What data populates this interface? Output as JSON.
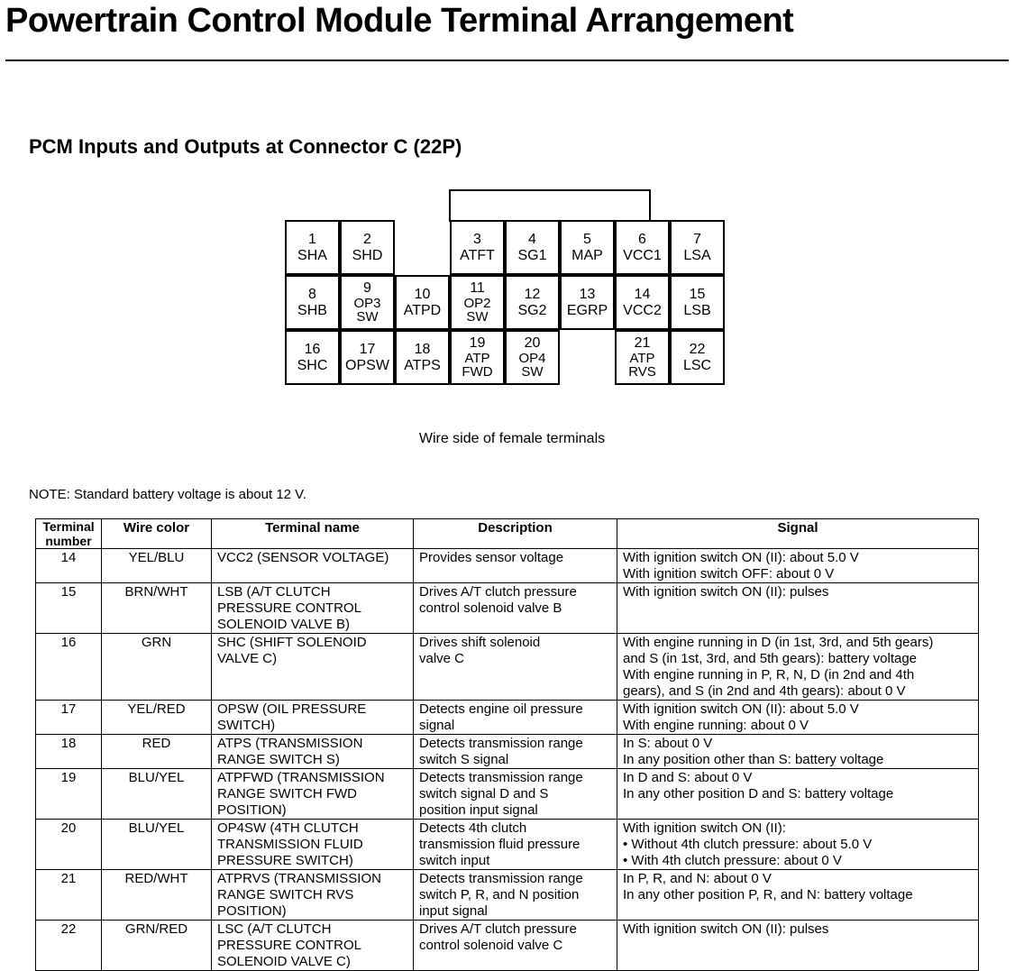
{
  "page": {
    "title": "Powertrain Control Module Terminal Arrangement",
    "subtitle": "PCM Inputs and Outputs at Connector C (22P)",
    "caption": "Wire side of female terminals",
    "note": "NOTE: Standard battery voltage is about 12 V."
  },
  "connector": {
    "terminals": [
      {
        "num": "1",
        "label": "SHA"
      },
      {
        "num": "2",
        "label": "SHD"
      },
      {
        "num": "3",
        "label": "ATFT"
      },
      {
        "num": "4",
        "label": "SG1"
      },
      {
        "num": "5",
        "label": "MAP"
      },
      {
        "num": "6",
        "label": "VCC1"
      },
      {
        "num": "7",
        "label": "LSA"
      },
      {
        "num": "8",
        "label": "SHB"
      },
      {
        "num": "9",
        "label": "OP3\nSW"
      },
      {
        "num": "10",
        "label": "ATPD"
      },
      {
        "num": "11",
        "label": "OP2\nSW"
      },
      {
        "num": "12",
        "label": "SG2"
      },
      {
        "num": "13",
        "label": "EGRP"
      },
      {
        "num": "14",
        "label": "VCC2"
      },
      {
        "num": "15",
        "label": "LSB"
      },
      {
        "num": "16",
        "label": "SHC"
      },
      {
        "num": "17",
        "label": "OPSW"
      },
      {
        "num": "18",
        "label": "ATPS"
      },
      {
        "num": "19",
        "label": "ATP\nFWD"
      },
      {
        "num": "20",
        "label": "OP4\nSW"
      },
      {
        "num": "21",
        "label": "ATP\nRVS"
      },
      {
        "num": "22",
        "label": "LSC"
      }
    ]
  },
  "table": {
    "headers": [
      "Terminal number",
      "Wire color",
      "Terminal name",
      "Description",
      "Signal"
    ],
    "rows": [
      {
        "terminal": "14",
        "wire": "YEL/BLU",
        "name": [
          "VCC2 (SENSOR VOLTAGE)"
        ],
        "desc": [
          "Provides sensor voltage"
        ],
        "signal": [
          "With ignition switch ON (II): about 5.0 V",
          "With ignition switch OFF: about 0 V"
        ]
      },
      {
        "terminal": "15",
        "wire": "BRN/WHT",
        "name": [
          "LSB (A/T CLUTCH",
          "PRESSURE CONTROL",
          "SOLENOID VALVE B)"
        ],
        "desc": [
          "Drives A/T clutch pressure",
          "control solenoid valve B"
        ],
        "signal": [
          "With ignition switch ON (II): pulses"
        ]
      },
      {
        "terminal": "16",
        "wire": "GRN",
        "name": [
          "SHC (SHIFT SOLENOID",
          "VALVE C)"
        ],
        "desc": [
          "Drives shift solenoid",
          "valve C"
        ],
        "signal": [
          "With engine running in D (in 1st, 3rd, and 5th gears)",
          "and S (in 1st, 3rd, and 5th gears): battery voltage",
          "With engine running in P, R, N, D (in 2nd and 4th",
          "gears), and S (in 2nd and 4th gears): about 0 V"
        ]
      },
      {
        "terminal": "17",
        "wire": "YEL/RED",
        "name": [
          "OPSW (OIL PRESSURE",
          "SWITCH)"
        ],
        "desc": [
          "Detects engine oil pressure",
          "signal"
        ],
        "signal": [
          "With ignition switch ON (II): about 5.0 V",
          "With engine running: about 0 V"
        ]
      },
      {
        "terminal": "18",
        "wire": "RED",
        "name": [
          "ATPS (TRANSMISSION",
          "RANGE SWITCH S)"
        ],
        "desc": [
          "Detects transmission range",
          "switch S signal"
        ],
        "signal": [
          "In S: about 0 V",
          "In any position other than S: battery voltage"
        ]
      },
      {
        "terminal": "19",
        "wire": "BLU/YEL",
        "name": [
          "ATPFWD (TRANSMISSION",
          "RANGE SWITCH FWD",
          "POSITION)"
        ],
        "desc": [
          "Detects transmission range",
          "switch signal D and S",
          "position input signal"
        ],
        "signal": [
          "In D and S: about 0 V",
          "In any other position D and S: battery voltage"
        ]
      },
      {
        "terminal": "20",
        "wire": "BLU/YEL",
        "name": [
          "OP4SW (4TH CLUTCH",
          "TRANSMISSION FLUID",
          "PRESSURE SWITCH)"
        ],
        "desc": [
          "Detects 4th clutch",
          "transmission fluid pressure",
          "switch input"
        ],
        "signal": [
          "With ignition switch ON (II):",
          "• Without 4th clutch pressure: about 5.0 V",
          "• With 4th clutch pressure: about 0 V"
        ]
      },
      {
        "terminal": "21",
        "wire": "RED/WHT",
        "name": [
          "ATPRVS (TRANSMISSION",
          "RANGE SWITCH RVS",
          "POSITION)"
        ],
        "desc": [
          "Detects transmission range",
          "switch P, R, and N position",
          "input signal"
        ],
        "signal": [
          "In P, R, and N: about 0 V",
          "In any other position P, R, and N: battery voltage"
        ]
      },
      {
        "terminal": "22",
        "wire": "GRN/RED",
        "name": [
          "LSC (A/T CLUTCH",
          "PRESSURE CONTROL",
          "SOLENOID VALVE C)"
        ],
        "desc": [
          "Drives A/T clutch pressure",
          "control solenoid valve C"
        ],
        "signal": [
          "With ignition switch ON (II): pulses"
        ]
      }
    ]
  }
}
